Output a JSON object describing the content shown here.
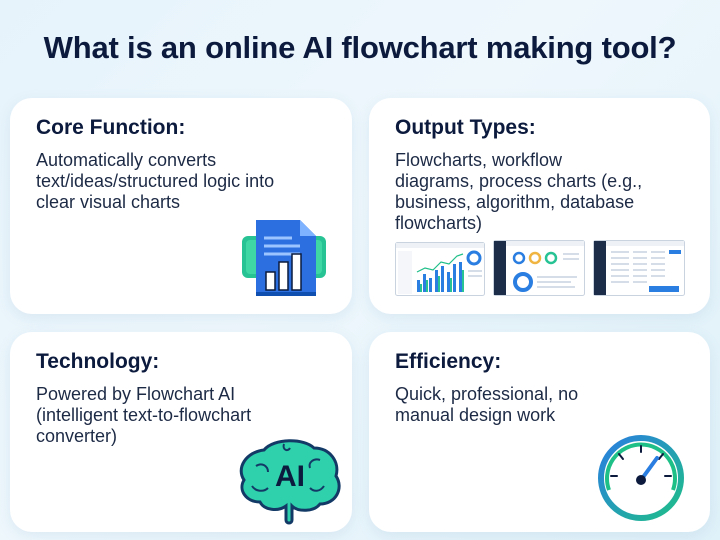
{
  "title": "What is an online AI flowchart making tool?",
  "cards": [
    {
      "heading": "Core Function:",
      "text": "Automatically converts text/ideas/structured logic into clear visual charts",
      "icon": "document-chart-icon"
    },
    {
      "heading": "Output Types:",
      "text": "Flowcharts, workflow diagrams, process charts (e.g., business, algorithm, database flowcharts)",
      "icon": "dashboard-screenshots"
    },
    {
      "heading": "Technology:",
      "text": "Powered by Flowchart AI (intelligent text-to-flowchart converter)",
      "icon": "ai-brain-icon",
      "icon_text": "AI"
    },
    {
      "heading": "Efficiency:",
      "text": "Quick, professional, no manual design work",
      "icon": "speedometer-icon"
    }
  ],
  "colors": {
    "title": "#0b1a3d",
    "accent_blue": "#2a7de1",
    "accent_green": "#1fbf88",
    "brain_teal": "#2fd0ac"
  }
}
